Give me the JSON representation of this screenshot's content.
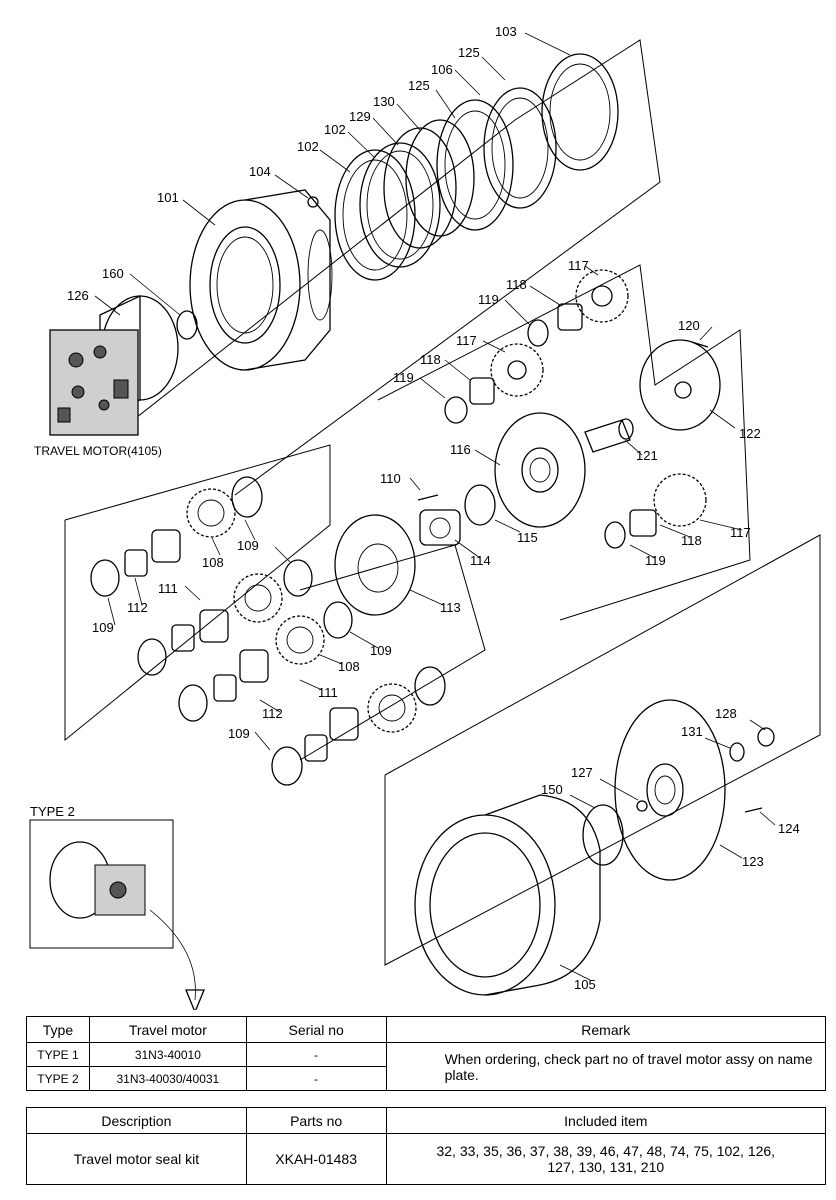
{
  "diagram": {
    "caption_main": "TRAVEL MOTOR(4105)",
    "caption_type2": "TYPE 2",
    "labels": {
      "p103": "103",
      "p125a": "125",
      "p106": "106",
      "p125b": "125",
      "p130": "130",
      "p129": "129",
      "p102a": "102",
      "p102b": "102",
      "p104": "104",
      "p101": "101",
      "p160": "160",
      "p126": "126",
      "p117a": "117",
      "p118a": "118",
      "p119a": "119",
      "p117b": "117",
      "p120": "120",
      "p118b": "118",
      "p119b": "119",
      "p122": "122",
      "p116": "116",
      "p121": "121",
      "p110": "110",
      "p109a": "109",
      "p108a": "108",
      "p109b": "109",
      "p115": "115",
      "p117c": "117",
      "p118c": "118",
      "p111a": "111",
      "p114": "114",
      "p119c": "119",
      "p109c": "109",
      "p112a": "112",
      "p113": "113",
      "p109d": "109",
      "p108b": "108",
      "p111b": "111",
      "p112b": "112",
      "p109e": "109",
      "p128": "128",
      "p131": "131",
      "p127": "127",
      "p150": "150",
      "p124": "124",
      "p123": "123",
      "p105": "105"
    }
  },
  "type_table": {
    "headers": [
      "Type",
      "Travel motor",
      "Serial no",
      "Remark"
    ],
    "rows": [
      {
        "type": "TYPE 1",
        "motor": "31N3-40010",
        "serial": "-"
      },
      {
        "type": "TYPE 2",
        "motor": "31N3-40030/40031",
        "serial": "-"
      }
    ],
    "remark": "When ordering, check part no of travel motor assy on name plate."
  },
  "kit_table": {
    "headers": [
      "Description",
      "Parts no",
      "Included item"
    ],
    "row": {
      "description": "Travel motor seal kit",
      "parts_no": "XKAH-01483",
      "included": "32, 33, 35, 36, 37, 38, 39, 46, 47, 48, 74, 75, 102, 126, 127, 130, 131, 210"
    }
  }
}
